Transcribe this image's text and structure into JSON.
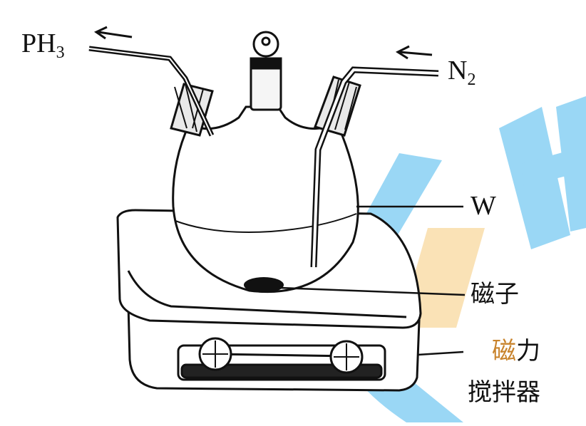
{
  "labels": {
    "ph3_main": "PH",
    "ph3_sub": "3",
    "n2_main": "N",
    "n2_sub": "2",
    "w": "W",
    "stir_bar": "磁子",
    "stirrer_line1_char1": "磁",
    "stirrer_line1_char2": "力",
    "stirrer_line2": "搅拌器"
  },
  "colors": {
    "ink": "#111111",
    "stirrer_label_accent": "#c8832c",
    "watermark_blue": "#8fd3f4",
    "watermark_orange": "#f9d79a"
  },
  "icons": {
    "arrow_out": "arrow-left",
    "arrow_in": "arrow-left"
  }
}
